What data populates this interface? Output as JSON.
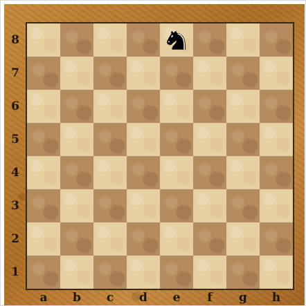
{
  "board": {
    "ranks": [
      "8",
      "7",
      "6",
      "5",
      "4",
      "3",
      "2",
      "1"
    ],
    "files": [
      "a",
      "b",
      "c",
      "d",
      "e",
      "f",
      "g",
      "h"
    ],
    "colors": {
      "light_square": "#e6d0a2",
      "dark_square": "#b48c5d",
      "frame_wood": "#b7772f",
      "label": "#1f1408"
    }
  },
  "pieces": [
    {
      "type": "knight",
      "color": "black",
      "square": "e8",
      "icon": "black-knight-icon"
    }
  ]
}
